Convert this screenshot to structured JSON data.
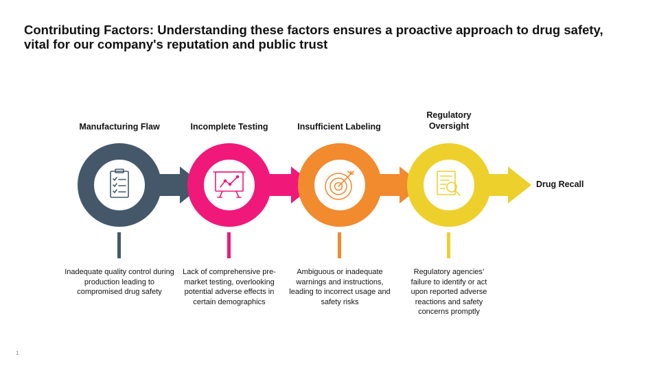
{
  "slide": {
    "title": "Contributing Factors: Understanding these factors ensures a proactive approach to drug safety, vital for our company's reputation and public trust",
    "page_number": "1"
  },
  "flow": {
    "outcome_label": "Drug Recall",
    "factors": [
      {
        "title": "Manufacturing Flaw",
        "description": "Inadequate quality control during production leading to compromised drug safety",
        "color": "#44586a",
        "icon": "checklist-icon"
      },
      {
        "title": "Incomplete Testing",
        "description": "Lack of comprehensive pre-market testing, overlooking potential adverse effects in certain demographics",
        "color": "#f0197a",
        "icon": "presentation-chart-icon"
      },
      {
        "title": "Insufficient Labeling",
        "description": "Ambiguous or inadequate warnings and instructions, leading to incorrect usage and safety risks",
        "color": "#f28a2e",
        "icon": "target-icon"
      },
      {
        "title": "Regulatory Oversight",
        "description": "Regulatory agencies’ failure to identify or act upon reported adverse reactions and safety concerns promptly",
        "color": "#eed02c",
        "icon": "document-search-icon"
      }
    ]
  }
}
